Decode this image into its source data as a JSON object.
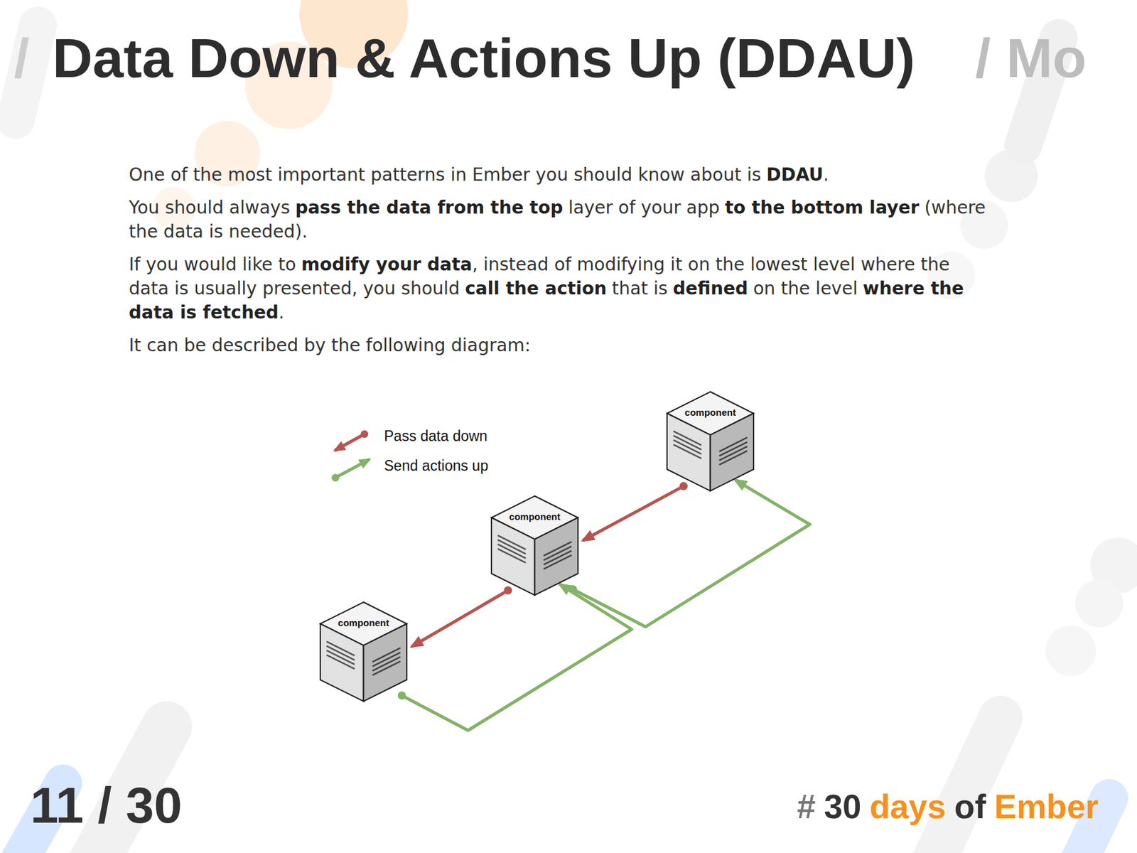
{
  "diagram": {
    "title": "Data Down & Actions Up (DDAU)",
    "nodes": [
      {
        "text": [
          "component"
        ]
      },
      {
        "text": [
          "component"
        ]
      },
      {
        "text": [
          "component"
        ]
      }
    ],
    "edges": [
      {
        "from": 0,
        "to": 1,
        "arrow": "to"
      },
      {
        "from": 1,
        "to": 2,
        "arrow": "to"
      },
      {
        "from": 2,
        "to": 1,
        "arrow": "to"
      },
      {
        "from": 1,
        "to": 0,
        "arrow": "to"
      }
    ],
    "labels": [
      "/",
      "/ Mo",
      "One of the most important patterns in Ember you should know about is",
      "DDAU",
      ".",
      "You should always",
      "pass the data from the top",
      "layer of your app",
      "to the bottom layer",
      "(where the data is needed).",
      "If you would like to",
      "modify your data",
      ", instead of modifying it on the lowest level where the data is usually presented, you should",
      "call the action",
      "that is",
      "defined",
      "on the level",
      "where the data is fetched",
      ".",
      "It can be described by the following diagram:",
      "11 / 30",
      "#",
      "30",
      "days",
      "of",
      "Ember"
    ],
    "legend": [
      {
        "text": "Pass data down"
      },
      {
        "text": "Send actions up"
      }
    ]
  }
}
